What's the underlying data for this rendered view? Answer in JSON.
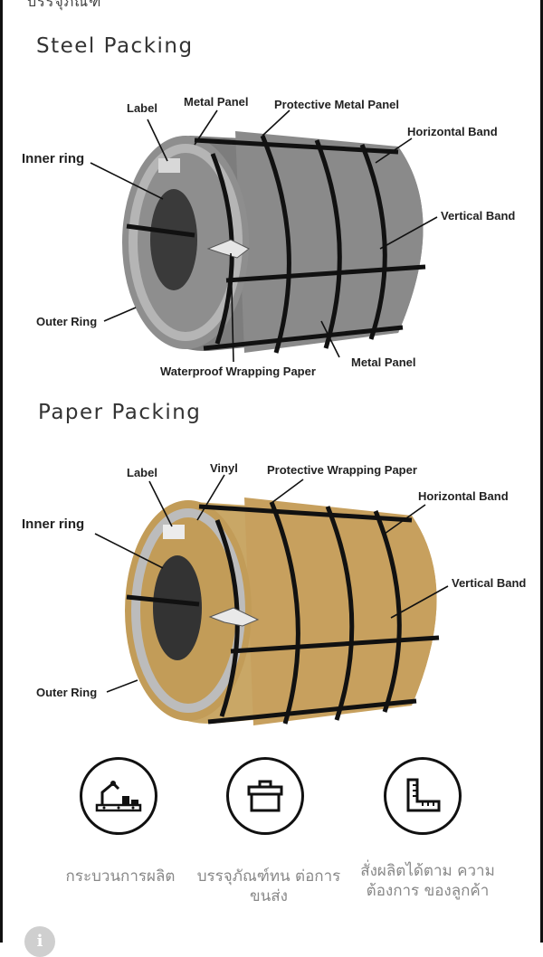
{
  "header": {
    "cut_text": "บรรจุภัณฑ์"
  },
  "steel": {
    "title": "Steel Packing",
    "labels": {
      "label": "Label",
      "metal_panel_top": "Metal Panel",
      "protective_metal_panel": "Protective Metal Panel",
      "horizontal_band": "Horizontal Band",
      "inner_ring": "Inner ring",
      "vertical_band": "Vertical Band",
      "outer_ring": "Outer Ring",
      "waterproof": "Waterproof Wrapping Paper",
      "metal_panel_bottom": "Metal Panel"
    },
    "colors": {
      "body": "#7d7d7d",
      "face": "#8e8e8e",
      "rim": "#b5b5b5",
      "core": "#3a3a3a"
    }
  },
  "paper": {
    "title": "Paper Packing",
    "labels": {
      "label": "Label",
      "vinyl": "Vinyl",
      "protective_wrapping_paper": "Protective Wrapping Paper",
      "horizontal_band": "Horizontal Band",
      "inner_ring": "Inner ring",
      "vertical_band": "Vertical Band",
      "outer_ring": "Outer Ring"
    },
    "colors": {
      "body": "#c9a766",
      "face": "#c29c58",
      "rim": "#bcbcbc",
      "core": "#333333"
    }
  },
  "features": [
    {
      "icon": "factory-robot-icon",
      "caption": "กระบวนการผลิต"
    },
    {
      "icon": "box-icon",
      "caption": "บรรจุภัณฑ์ทน ต่อการขนส่ง"
    },
    {
      "icon": "ruler-icon",
      "caption": "สั่งผลิตได้ตาม ความต้องการ ของลูกค้า"
    }
  ],
  "info_button": {
    "glyph": "i"
  }
}
